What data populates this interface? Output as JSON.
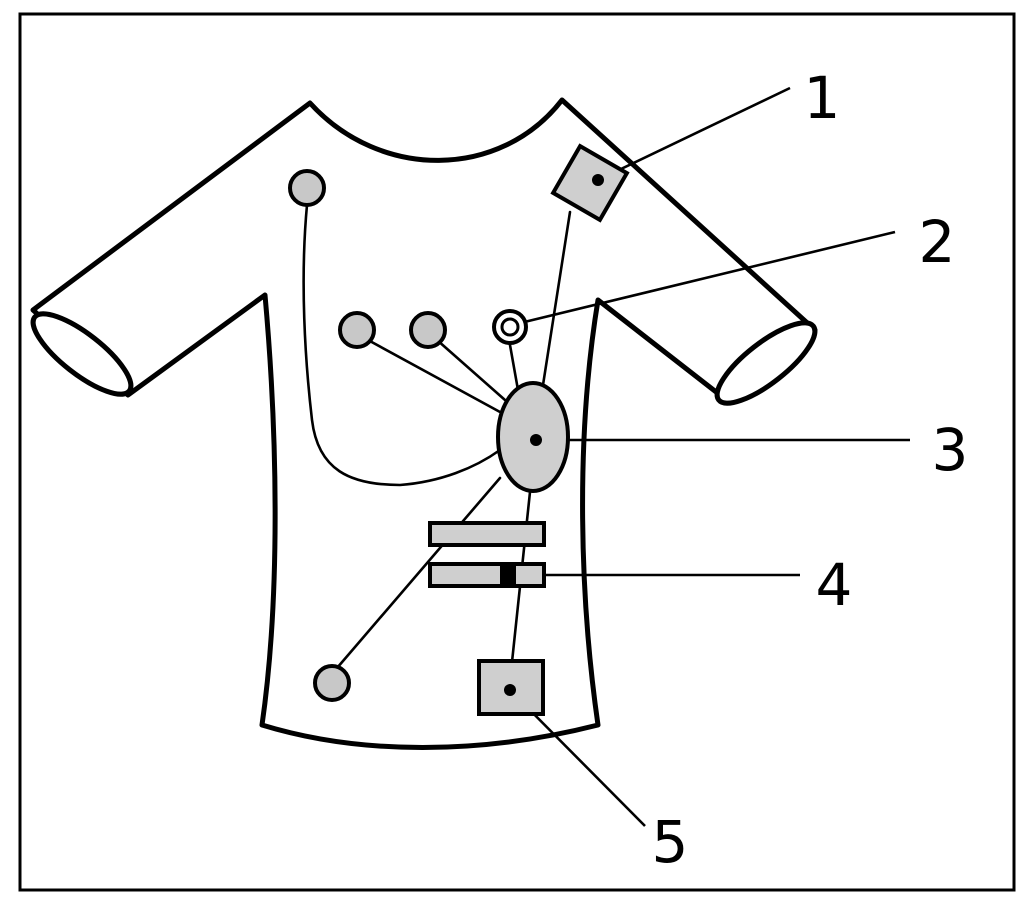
{
  "diagram": {
    "callouts": [
      {
        "id": "1",
        "label": "1"
      },
      {
        "id": "2",
        "label": "2"
      },
      {
        "id": "3",
        "label": "3"
      },
      {
        "id": "4",
        "label": "4"
      },
      {
        "id": "5",
        "label": "5"
      }
    ],
    "colors": {
      "stroke": "#000000",
      "fill_component": "#cfcfcf",
      "background": "#ffffff"
    }
  }
}
